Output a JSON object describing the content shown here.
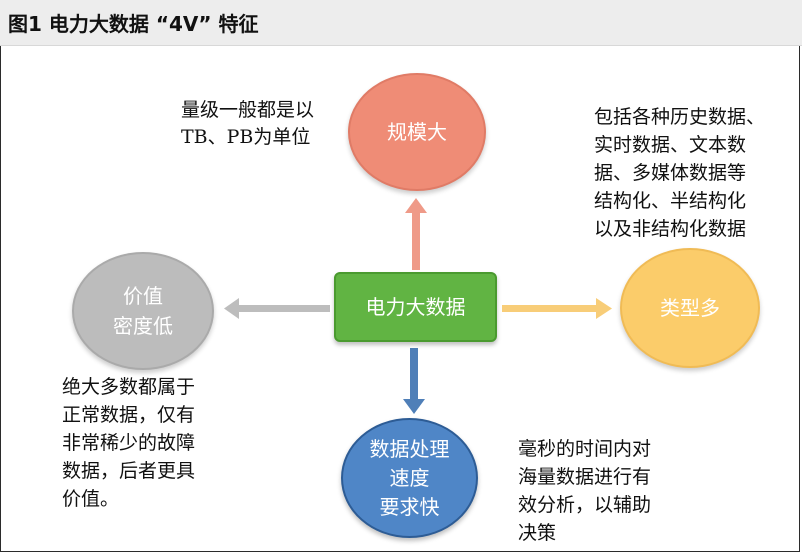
{
  "figure": {
    "title": "图1 电力大数据 “4V” 特征"
  },
  "diagram": {
    "center": {
      "label": "电力大数据",
      "color": "#61b443"
    },
    "nodes": {
      "scale": {
        "lines": [
          "规模大"
        ],
        "color": "#ef8c76",
        "description": [
          "量级一般都是以",
          "TB、PB为单位"
        ]
      },
      "variety": {
        "lines": [
          "类型多"
        ],
        "color": "#fbcc6a",
        "description": [
          "包括各种历史数据、",
          "实时数据、文本数",
          "据、多媒体数据等",
          "结构化、半结构化",
          "以及非结构化数据"
        ]
      },
      "value": {
        "lines": [
          "价值",
          "密度低"
        ],
        "color": "#bcbcbc",
        "description": [
          "绝大多数都属于",
          "正常数据，仅有",
          "非常稀少的故障",
          "数据，后者更具",
          "价值。"
        ]
      },
      "velocity": {
        "lines": [
          "数据处理",
          "速度",
          "要求快"
        ],
        "color": "#4f86c7",
        "description": [
          "毫秒的时间内对",
          "海量数据进行有",
          "效分析，以辅助",
          "决策"
        ]
      }
    },
    "arrow_colors": {
      "up": "#ef9a88",
      "right": "#f8cd78",
      "left": "#bdbdbd",
      "down": "#4f7fb8"
    }
  }
}
